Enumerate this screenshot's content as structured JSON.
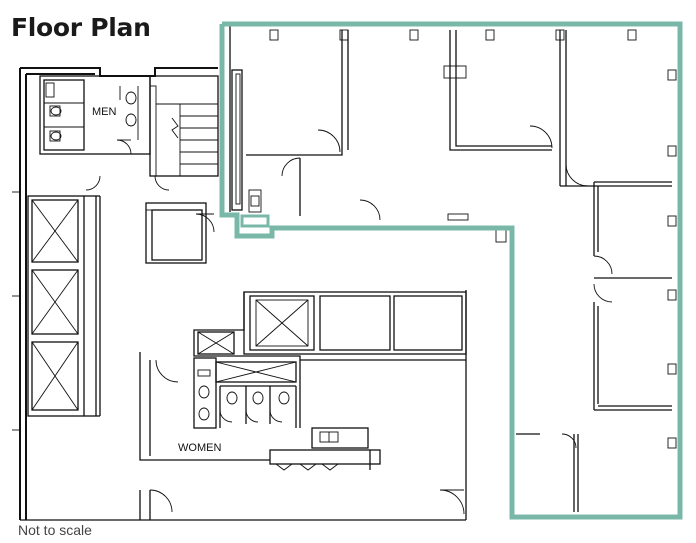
{
  "title": "Floor Plan",
  "note": "Not to scale",
  "labels": {
    "men": "MEN",
    "women": "WOMEN"
  },
  "colors": {
    "highlight": "#79b8a8",
    "walls": "#111111"
  }
}
